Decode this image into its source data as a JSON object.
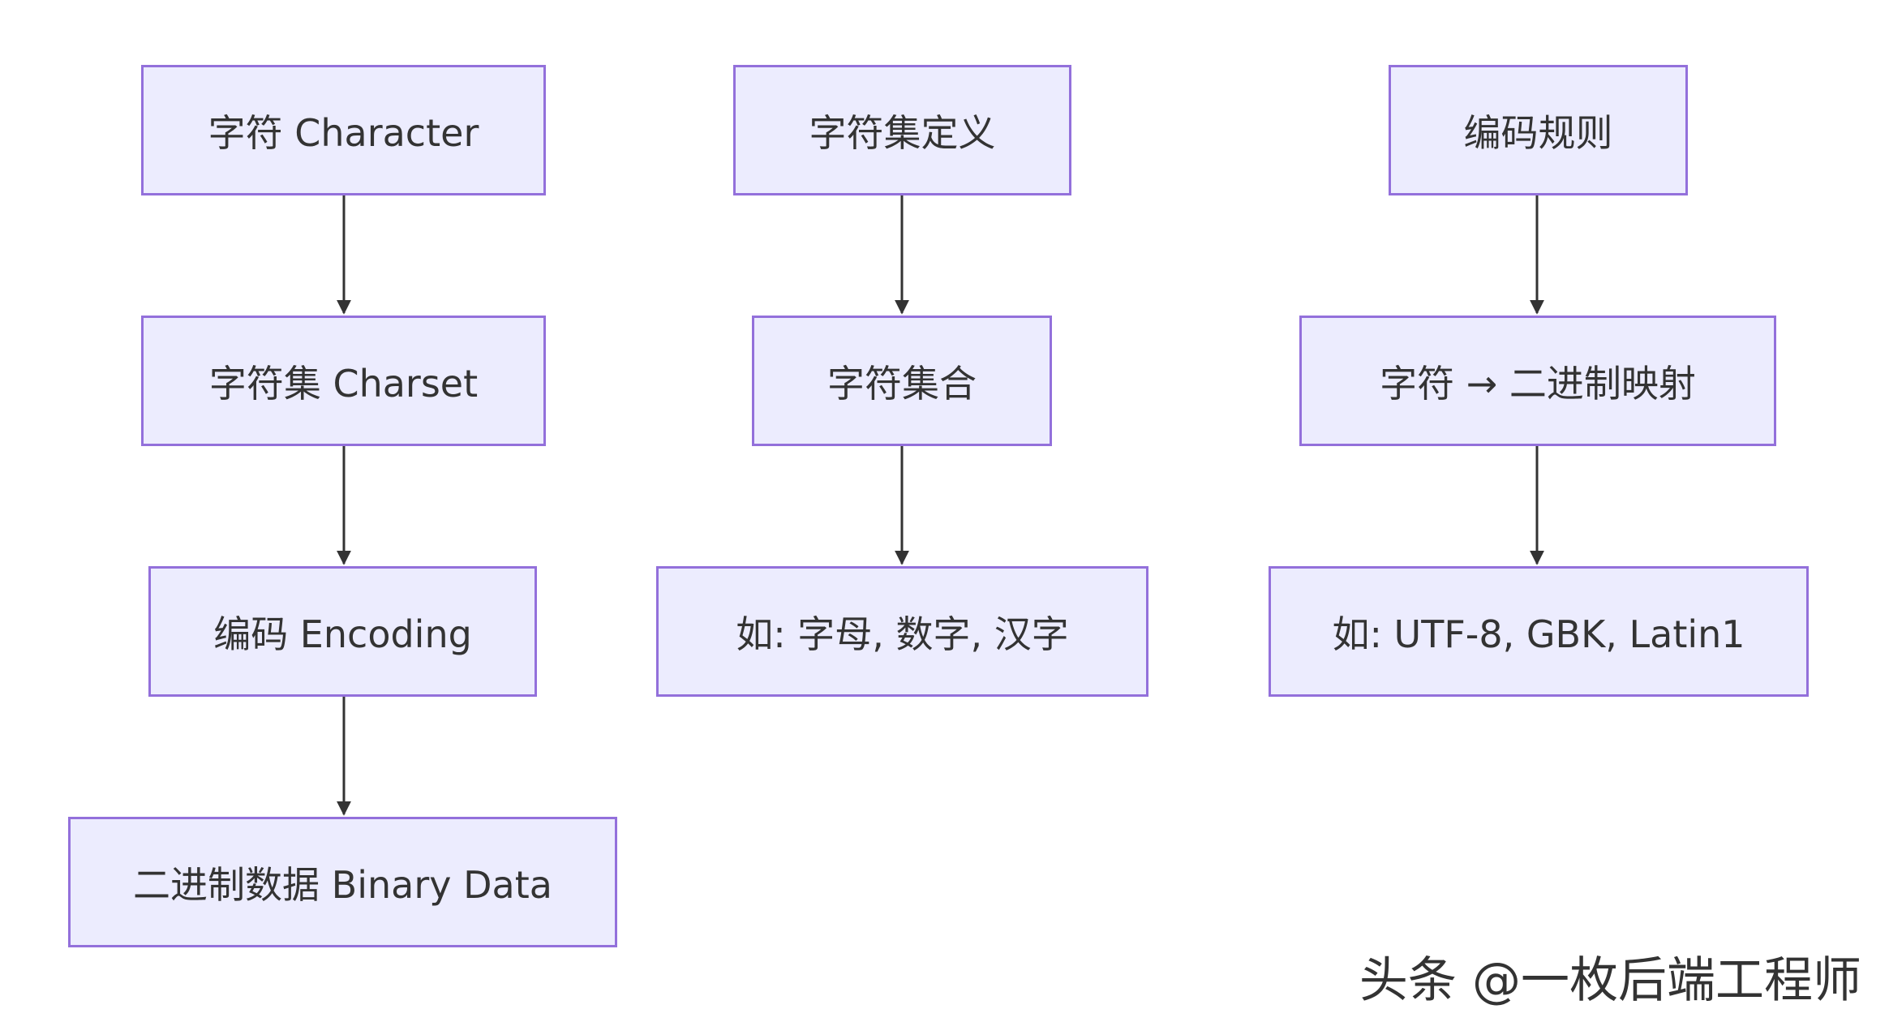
{
  "diagram": {
    "columns": [
      {
        "nodes": [
          {
            "label": "字符 Character"
          },
          {
            "label": "字符集 Charset"
          },
          {
            "label": "编码 Encoding"
          },
          {
            "label": "二进制数据 Binary Data"
          }
        ]
      },
      {
        "nodes": [
          {
            "label": "字符集定义"
          },
          {
            "label": "字符集合"
          },
          {
            "label": "如: 字母, 数字, 汉字"
          }
        ]
      },
      {
        "nodes": [
          {
            "label": "编码规则"
          },
          {
            "label": "字符 → 二进制映射"
          },
          {
            "label": "如: UTF-8, GBK, Latin1"
          }
        ]
      }
    ],
    "colors": {
      "node_fill": "#ececfe",
      "node_border": "#9370db",
      "edge": "#333333",
      "text": "#333333"
    }
  },
  "watermark": {
    "text": "头条 @一枚后端工程师"
  }
}
